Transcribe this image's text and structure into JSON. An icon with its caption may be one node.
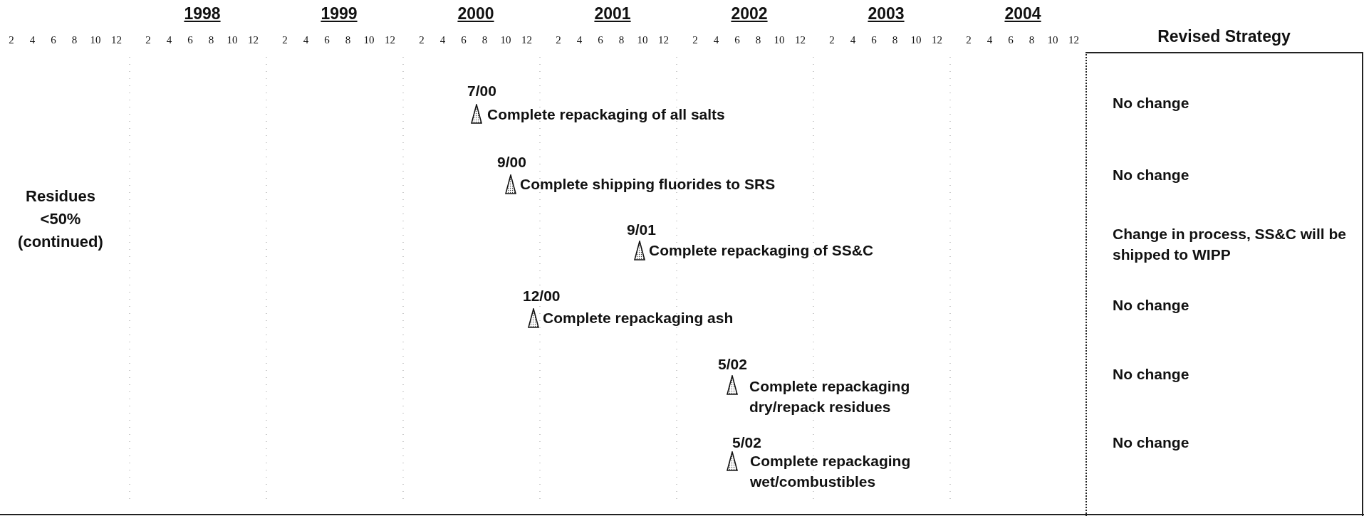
{
  "diagram": {
    "nodes": [
      {
        "text": [
          "Revised Strategy",
          "No change",
          "No change",
          "Change in process, SS&C will be shipped to WIPP",
          "No change",
          "No change",
          "No change"
        ]
      }
    ],
    "labels": [
      "1998",
      "1999",
      "2000",
      "2001",
      "2002",
      "2003",
      "2004",
      "2",
      "4",
      "6",
      "8",
      "10",
      "12",
      "2",
      "4",
      "6",
      "8",
      "10",
      "12",
      "2",
      "4",
      "6",
      "8",
      "10",
      "12",
      "2",
      "4",
      "6",
      "8",
      "10",
      "12",
      "2",
      "4",
      "6",
      "8",
      "10",
      "12",
      "2",
      "4",
      "6",
      "8",
      "10",
      "12",
      "2",
      "4",
      "6",
      "8",
      "10",
      "12",
      "2",
      "4",
      "6",
      "8",
      "10",
      "12",
      "Residues <50% (continued)",
      "7/00",
      "Complete repackaging of all salts",
      "9/00",
      "Complete shipping fluorides to SRS",
      "9/01",
      "Complete repackaging of SS&C",
      "12/00",
      "Complete repackaging ash",
      "5/02",
      "Complete repackaging dry/repack residues",
      "5/02",
      "Complete repackaging wet/combustibles"
    ]
  }
}
